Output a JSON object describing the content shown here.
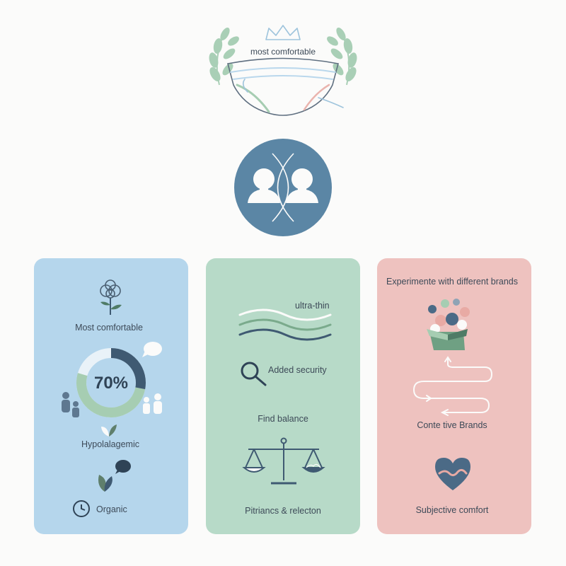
{
  "colors": {
    "accent_blue": "#5b86a5",
    "navy": "#3f5a72",
    "leaf_green": "#a6cdb2",
    "card_blue": "#b5d6ec",
    "card_green": "#b7dac8",
    "card_pink": "#eec2bf"
  },
  "header": {
    "badge_label": "most comfortable",
    "icons": [
      "laurel-icon",
      "crown-icon",
      "underwear-icon"
    ]
  },
  "center_badge": {
    "icons": [
      "two-heads-icon"
    ]
  },
  "cards": {
    "left": {
      "top_label": "Most comfortable",
      "percent": "70%",
      "ring_fraction": 0.7,
      "label_2": "Hypolalagemic",
      "label_3": "Organic"
    },
    "middle": {
      "label_1": "ultra-thin",
      "label_2": "Added security",
      "label_3": "Find balance",
      "label_4": "Pitriancs & relecton"
    },
    "right": {
      "label_1": "Experimente with different brands",
      "label_2": "Conte tive Brands",
      "label_3": "Subjective comfort"
    }
  }
}
